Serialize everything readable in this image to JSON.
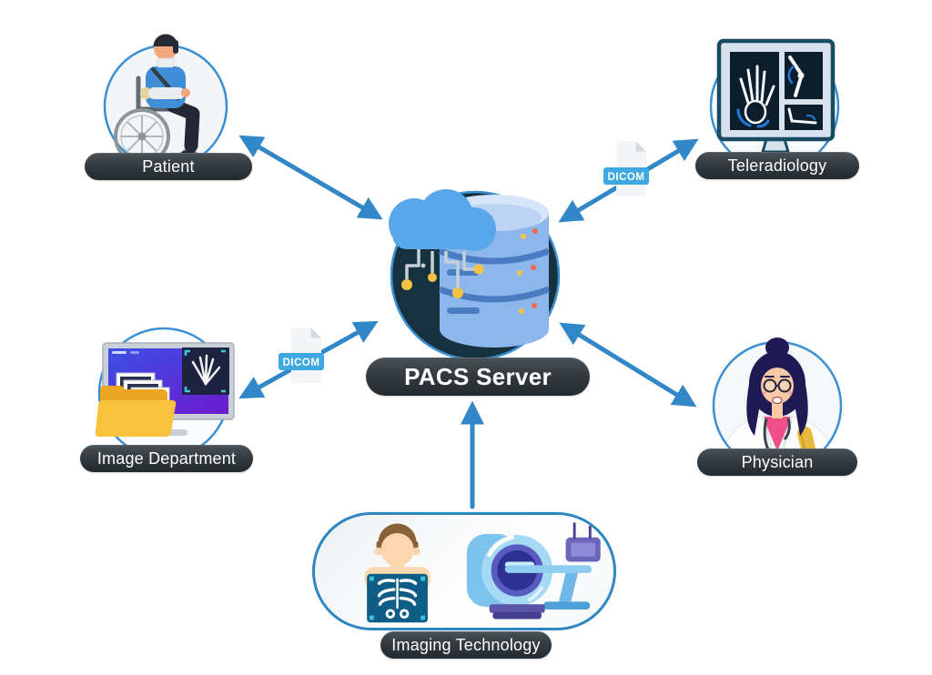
{
  "center": {
    "label": "PACS Server"
  },
  "nodes": {
    "patient": {
      "label": "Patient",
      "icon": "patient-wheelchair-icon"
    },
    "teleradiology": {
      "label": "Teleradiology",
      "icon": "xray-monitor-icon"
    },
    "image_department": {
      "label": "Image Department",
      "icon": "archive-monitor-folder-icon"
    },
    "physician": {
      "label": "Physician",
      "icon": "doctor-icon"
    },
    "imaging_technology": {
      "label": "Imaging Technology",
      "icon": "chest-xray-ct-scanner-icon"
    }
  },
  "badges": {
    "dicom_right": {
      "label": "DICOM"
    },
    "dicom_left": {
      "label": "DICOM"
    }
  },
  "connections": [
    {
      "from": "patient",
      "to": "pacs_server",
      "direction": "bidirectional"
    },
    {
      "from": "teleradiology",
      "to": "pacs_server",
      "direction": "bidirectional",
      "badge": "DICOM"
    },
    {
      "from": "image_department",
      "to": "pacs_server",
      "direction": "bidirectional",
      "badge": "DICOM"
    },
    {
      "from": "physician",
      "to": "pacs_server",
      "direction": "bidirectional"
    },
    {
      "from": "imaging_technology",
      "to": "pacs_server",
      "direction": "to_server_only"
    }
  ],
  "colors": {
    "arrow": "#3287c8",
    "node_border": "#3b8fd2",
    "label_pill_dark": "#343b40",
    "label_text": "#ffffff",
    "pacs_circle": "#16323f",
    "cloud_blue": "#58a7ea",
    "database_blue": "#8db7ec",
    "dicom_badge_blue": "#3fa8e0",
    "folder_yellow": "#f9c23c",
    "accent_yellow": "#f6c344",
    "accent_orange": "#ed6a4e"
  }
}
